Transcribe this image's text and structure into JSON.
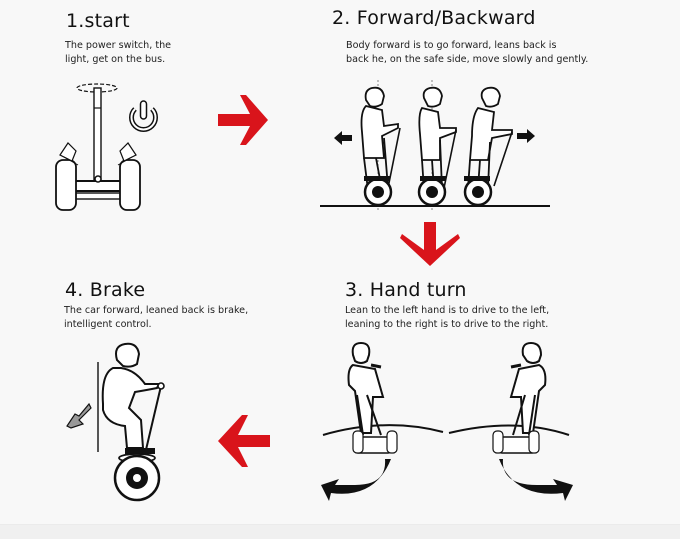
{
  "steps": [
    {
      "title": "1.start",
      "description": [
        "The power switch, the",
        "light, get on the bus."
      ]
    },
    {
      "title": "2. Forward/Backward",
      "description": [
        "Body forward is to go forward, leans back is",
        "back he, on the safe side, move slowly and gently."
      ]
    },
    {
      "title": "3. Hand turn",
      "description": [
        "Lean to the left hand is to drive to the left,",
        "leaning to the right is to drive to the right."
      ]
    },
    {
      "title": "4. Brake",
      "description": [
        "The car forward, leaned back is brake,",
        "intelligent control."
      ]
    }
  ],
  "flow_arrows": [
    {
      "direction": "right",
      "color": "#d9141b"
    },
    {
      "direction": "down",
      "color": "#d9141b"
    },
    {
      "direction": "left",
      "color": "#d9141b"
    }
  ],
  "icons": {
    "power": "power-icon",
    "arrow_left": "arrow-left-icon",
    "arrow_right": "arrow-right-icon",
    "brake_arrow": "arrow-down-left-icon"
  },
  "colors": {
    "background": "#f8f8f8",
    "accent_red": "#d9141b",
    "line": "#111111"
  }
}
